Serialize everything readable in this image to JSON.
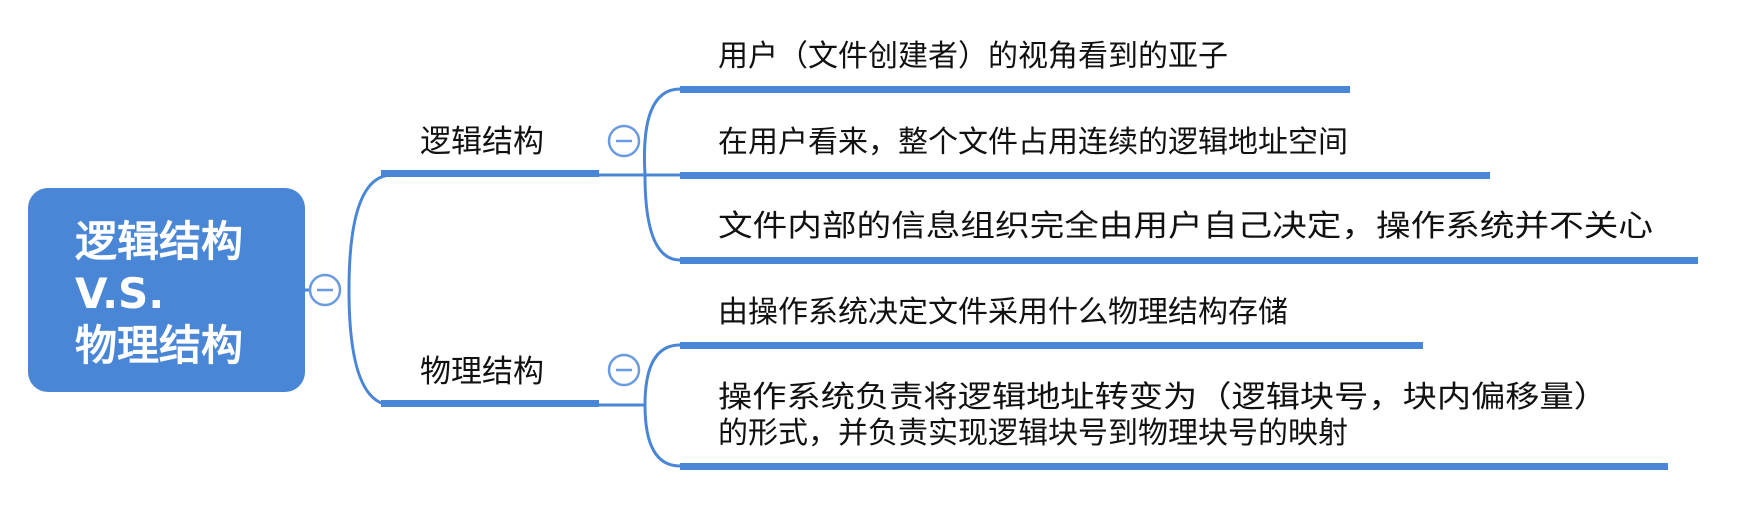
{
  "root": {
    "lines": [
      "逻辑结构",
      "V.S.",
      "物理结构"
    ],
    "color": "#4A86D6"
  },
  "accent_color": "#4A86D6",
  "collapse_icon": "minus-circle-icon",
  "branches": [
    {
      "label": "逻辑结构",
      "leaves": [
        {
          "lines": [
            "用户（文件创建者）的视角看到的亚子"
          ]
        },
        {
          "lines": [
            "在用户看来，整个文件占用连续的逻辑地址空间"
          ]
        },
        {
          "lines": [
            "文件内部的信息组织完全由用户自己决定，操作系统并不关心"
          ]
        }
      ]
    },
    {
      "label": "物理结构",
      "leaves": [
        {
          "lines": [
            "由操作系统决定文件采用什么物理结构存储"
          ]
        },
        {
          "lines": [
            "操作系统负责将逻辑地址转变为（逻辑块号，块内偏移量）",
            "的形式，并负责实现逻辑块号到物理块号的映射"
          ]
        }
      ]
    }
  ]
}
